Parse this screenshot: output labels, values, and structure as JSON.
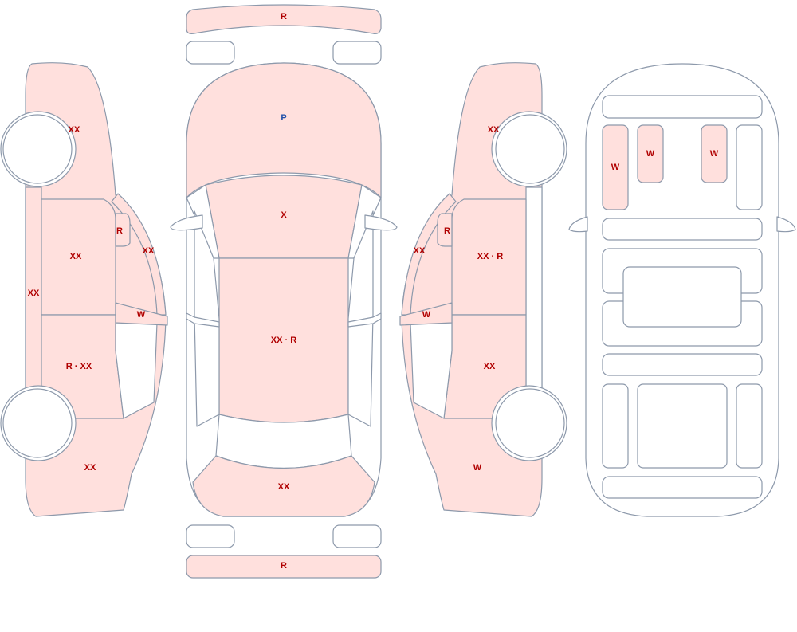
{
  "colors": {
    "outline": "#8d99ab",
    "damaged_fill": "#ffe0dd",
    "plain_fill": "#ffffff",
    "code_red": "#b00000",
    "code_blue": "#1f4fa8"
  },
  "top_view": {
    "front_bumper": "R",
    "hood": "P",
    "windshield": "X",
    "roof": "XX · R",
    "trunk": "XX",
    "rear_bumper": "R"
  },
  "left_side": {
    "front_fender": "XX",
    "front_door": "XX",
    "rear_door": "R · XX",
    "rear_quarter": "XX",
    "sill": "XX",
    "pillar": "XX",
    "mirror": "R",
    "door_window": "W"
  },
  "right_side": {
    "front_fender": "XX",
    "front_door": "XX · R",
    "rear_door": "XX",
    "rear_quarter": "W",
    "pillar": "XX",
    "mirror": "R",
    "door_window": "W"
  },
  "interior": {
    "seat_1": "W",
    "seat_2": "W",
    "seat_3": "W"
  }
}
